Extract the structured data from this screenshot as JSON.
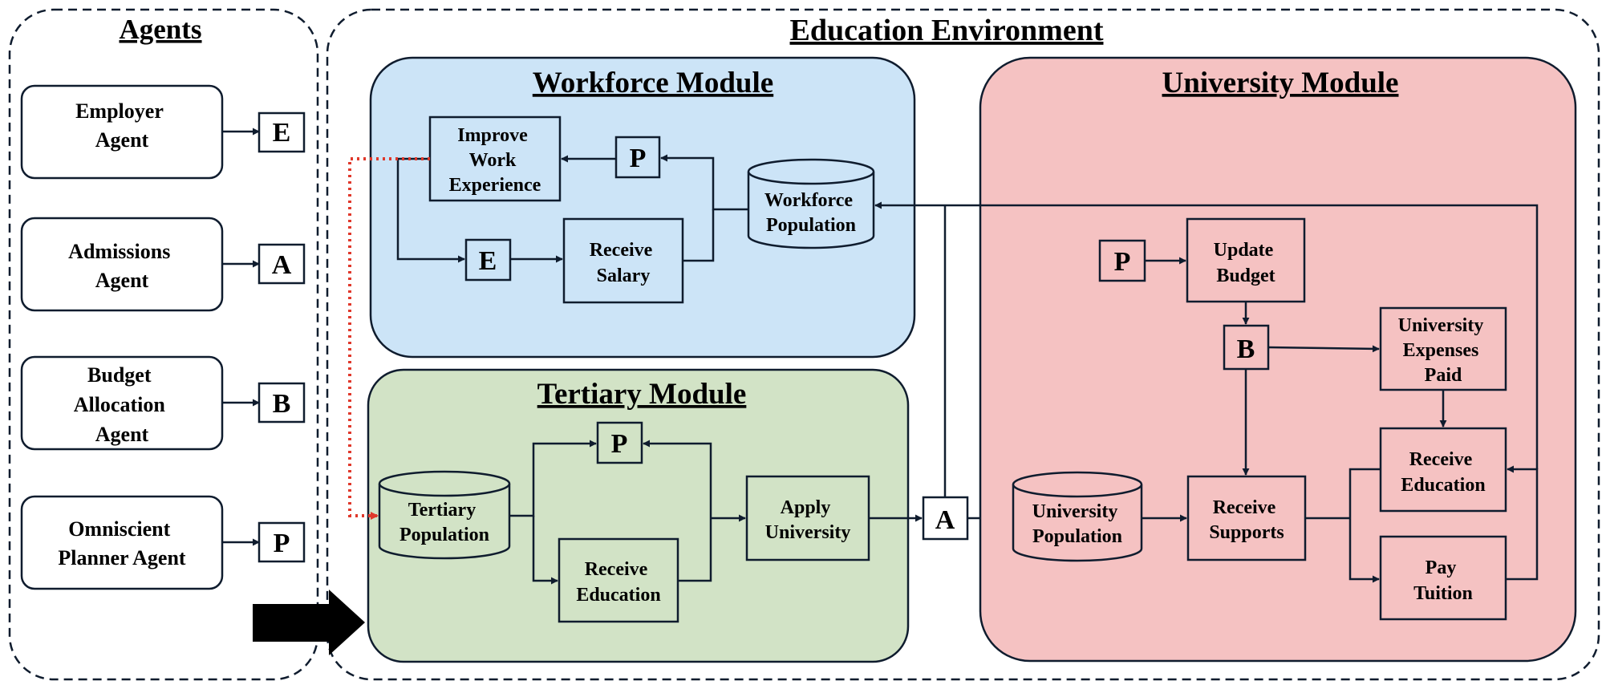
{
  "agents_panel": {
    "title": "Agents",
    "agents": [
      {
        "name_lines": [
          "Employer",
          "Agent"
        ],
        "letter": "E"
      },
      {
        "name_lines": [
          "Admissions",
          "Agent"
        ],
        "letter": "A"
      },
      {
        "name_lines": [
          "Budget",
          "Allocation",
          "Agent"
        ],
        "letter": "B"
      },
      {
        "name_lines": [
          "Omniscient",
          "Planner Agent"
        ],
        "letter": "P"
      }
    ]
  },
  "environment": {
    "title": "Education Environment",
    "workforce": {
      "title": "Workforce Module",
      "improve_lines": [
        "Improve",
        "Work",
        "Experience"
      ],
      "salary_lines": [
        "Receive",
        "Salary"
      ],
      "population_lines": [
        "Workforce",
        "Population"
      ],
      "p_letter": "P",
      "e_letter": "E",
      "fill": "#cce4f7"
    },
    "tertiary": {
      "title": "Tertiary Module",
      "population_lines": [
        "Tertiary",
        "Population"
      ],
      "education_lines": [
        "Receive",
        "Education"
      ],
      "apply_lines": [
        "Apply",
        "University"
      ],
      "p_letter": "P",
      "fill": "#d2e3c6"
    },
    "university": {
      "title": "University Module",
      "budget_lines": [
        "Update",
        "Budget"
      ],
      "expenses_lines": [
        "University",
        "Expenses",
        "Paid"
      ],
      "education_lines": [
        "Receive",
        "Education"
      ],
      "tuition_lines": [
        "Pay",
        "Tuition"
      ],
      "supports_lines": [
        "Receive",
        "Supports"
      ],
      "population_lines": [
        "University",
        "Population"
      ],
      "p_letter": "P",
      "b_letter": "B",
      "fill": "#f5c2c2"
    },
    "a_letter": "A"
  },
  "colors": {
    "stroke": "#0f1c2e",
    "dotted_link": "#e0382b",
    "big_arrow": "#000000"
  }
}
